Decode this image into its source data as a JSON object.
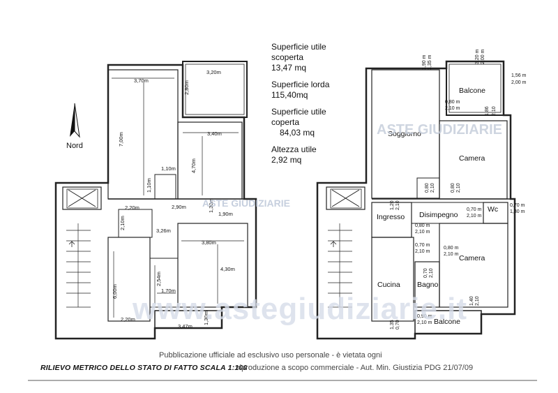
{
  "north_label": "Nord",
  "info": {
    "line1": "Superficie utile",
    "line2": "scoperta",
    "line3": "13,47 mq",
    "line4": "Superficie lorda",
    "line5": "115,40mq",
    "line6": "Superficie utile",
    "line7": "coperta",
    "line8": "84,03 mq",
    "line9": "Altezza utile",
    "line10": "2,92 mq"
  },
  "left_dims": {
    "d1": "3,70m",
    "d2": "3,20m",
    "d3": "2,80m",
    "d4": "7,00m",
    "d5": "3,40m",
    "d6": "4,70m",
    "d7": "1,10m",
    "d8": "1,10m",
    "d9": "2,20m",
    "d10": "2,90m",
    "d11": "1,30m",
    "d12": "1,90m",
    "d13": "2,10m",
    "d14": "3,26m",
    "d15": "3,80m",
    "d16": "4,30m",
    "d17": "2,54m",
    "d18": "1,70m",
    "d19": "6,00m",
    "d20": "2,20m",
    "d21": "3,47m",
    "d22": "1,30m"
  },
  "rooms": {
    "balcone_top": "Balcone",
    "soggiorno": "Soggiorno",
    "camera1": "Camera",
    "ingresso": "Ingresso",
    "disimpegno": "Disimpegno",
    "wc": "Wc",
    "camera2": "Camera",
    "cucina": "Cucina",
    "bagno": "Bagno",
    "balcone_bottom": "Balcone"
  },
  "right_dims": {
    "r1": "1,90 m",
    "r2": "1,35 m",
    "r3": "3,20 m",
    "r4": "2,00 m",
    "r5": "1,56 m",
    "r6": "2,00 m",
    "r7": "0,80 m",
    "r8": "2,10 m",
    "r9": "1,86",
    "r10": "2,10",
    "r11": "0,80",
    "r12": "2,10",
    "r13": "0,80",
    "r14": "2,10",
    "r15": "1,20",
    "r16": "2,10",
    "r17": "0,70 m",
    "r18": "2,10 m",
    "r19": "0,70 m",
    "r20": "1,30 m",
    "r21": "0,80 m",
    "r22": "2,10 m",
    "r23": "0,70 m",
    "r24": "2,10 m",
    "r25": "0,80 m",
    "r26": "2,10 m",
    "r27": "0,70",
    "r28": "2,10",
    "r29": "1,40",
    "r30": "2,10",
    "r31": "0,90 m",
    "r32": "2,10 m",
    "r33": "1,35",
    "r34": "0,70"
  },
  "footer": {
    "publication": "Pubblicazione ufficiale ad esclusivo uso personale - è vietata ogni",
    "title": "RILIEVO METRICO DELLO STATO DI FATTO SCALA 1:100",
    "publication2": "riproduzione a scopo commerciale - Aut. Min. Giustizia PDG 21/07/09"
  },
  "watermark": {
    "big": "www.astegiudiziarie.it",
    "small1": "ASTE GIUDIZIARIE",
    "small2": "ASTE GIUDIZIARIE"
  }
}
